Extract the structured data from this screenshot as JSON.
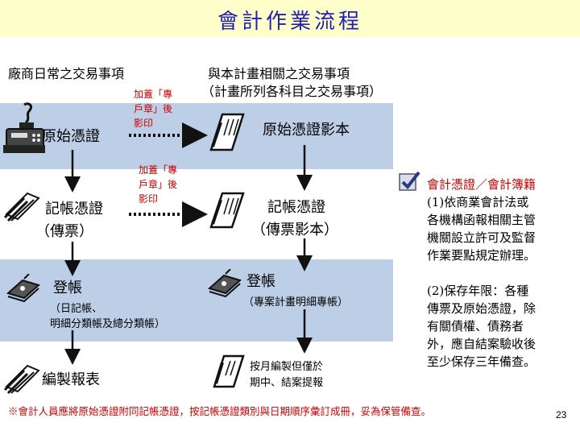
{
  "title": "會計作業流程",
  "headers": {
    "left": "廠商日常之交易事項",
    "right_line1": "與本計畫相關之交易事項",
    "right_line2": "（計畫所列各科目之交易事項）"
  },
  "stamp_label": {
    "line1": "加蓋「專",
    "line2": "戶章」後",
    "line3": "影印"
  },
  "left_column": {
    "original_voucher": "原始憑證",
    "bookkeeping_voucher_line1": "記帳憑證",
    "bookkeeping_voucher_line2": "（傳票）",
    "posting": "登帳",
    "posting_detail_line1": "（日記帳、",
    "posting_detail_line2": "明細分類帳及總分類帳）",
    "prepare_report": "編製報表"
  },
  "right_column": {
    "original_voucher_copy": "原始憑證影本",
    "bookkeeping_voucher_line1": "記帳憑證",
    "bookkeeping_voucher_line2": "（傳票影本）",
    "posting": "登帳",
    "posting_detail": "（專案計畫明細專帳）",
    "monthly_line1": "按月編製但僅於",
    "monthly_line2": "期中、結案提報"
  },
  "side_note": {
    "title": "會計憑證／會計簿籍",
    "item1_lines": [
      "(1)依商業會計法或",
      "各機構函報相關主管",
      "機關設立許可及監督",
      "作業要點規定辦理。"
    ],
    "item2_lines": [
      "(2)保存年限：各種",
      "傳票及原始憑證，除",
      "有關債權、債務者",
      "外，應自結案驗收後",
      "至少保存三年備查。"
    ]
  },
  "footnote": "※會計人員應將原始憑證附同記帳憑證，按記帳憑證類別與日期順序彙訂成冊，妥為保管備查。",
  "page_number": "23",
  "colors": {
    "title": "#1f1fb0",
    "title_bar": "#ffffcc",
    "band": "#bccfe6",
    "accent_red": "#cc0000"
  }
}
